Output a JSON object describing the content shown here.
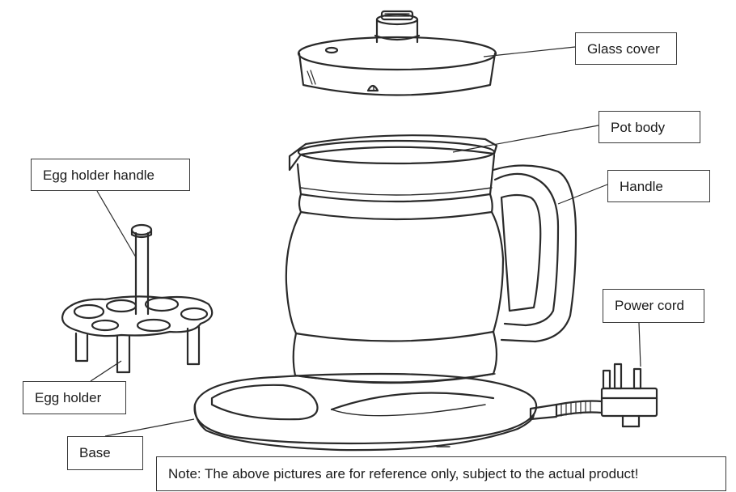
{
  "labels": {
    "glass_cover": "Glass cover",
    "pot_body": "Pot body",
    "handle": "Handle",
    "power_cord": "Power cord",
    "egg_holder_handle": "Egg holder handle",
    "egg_holder": "Egg holder",
    "base": "Base"
  },
  "note": "Note: The above pictures are for reference only, subject to the actual product!",
  "colors": {
    "line": "#2a2a2a",
    "background": "#ffffff"
  }
}
